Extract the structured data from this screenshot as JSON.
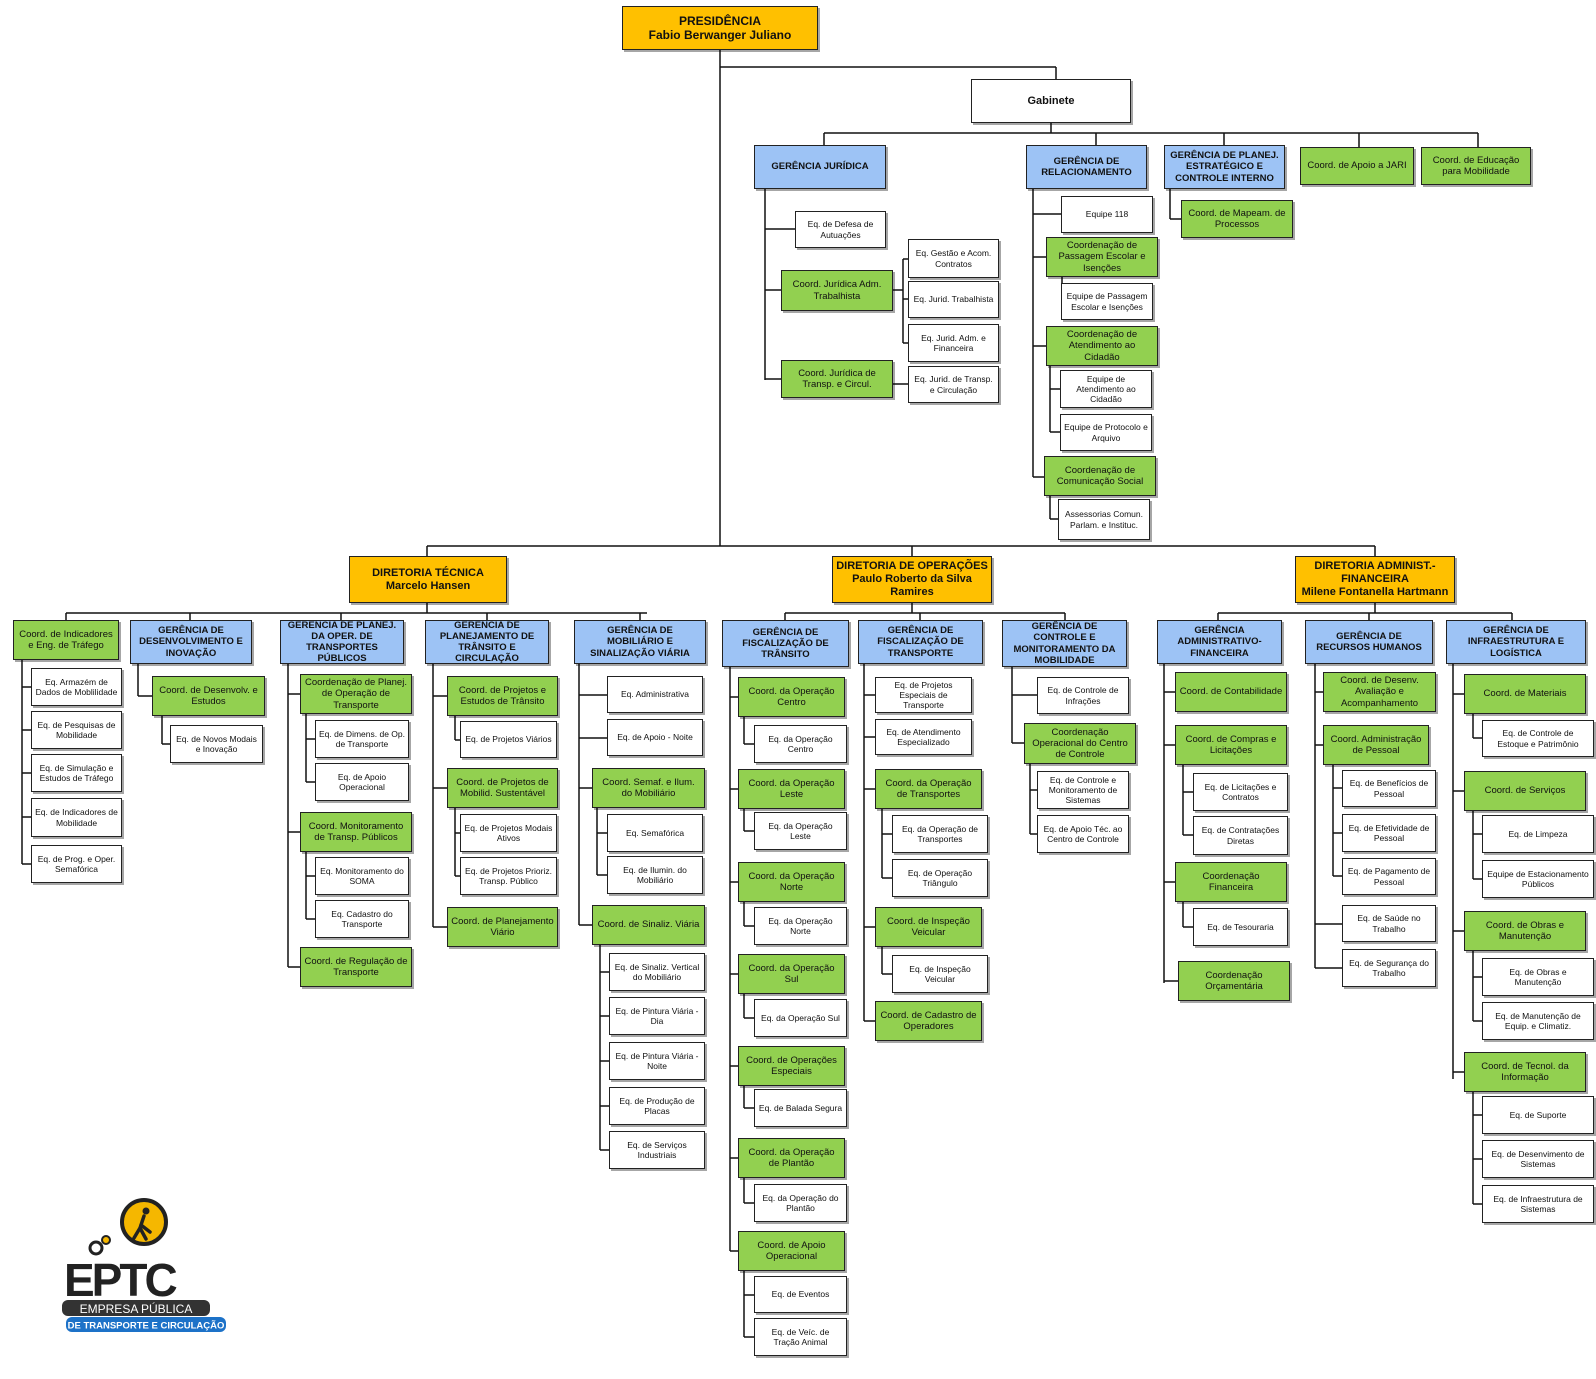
{
  "org": {
    "presidencia": {
      "title": "PRESIDÊNCIA",
      "name": "Fabio Berwanger Juliano"
    },
    "gabinete": "Gabinete",
    "gabinete_units": {
      "juridica": {
        "title": "GERÊNCIA JURÍDICA",
        "eq_defesa": "Eq. de Defesa de Autuações",
        "coord_adm_trab": "Coord. Jurídica Adm. Trabalhista",
        "eq_gestao": "Eq. Gestão e Acom. Contratos",
        "eq_trab": "Eq. Jurid. Trabalhista",
        "eq_adm_fin": "Eq. Jurid. Adm. e Financeira",
        "coord_transp": "Coord. Jurídica de Transp. e Circul.",
        "eq_transp": "Eq. Jurid. de Transp. e Circulação"
      },
      "relacionamento": {
        "title": "GERÊNCIA DE RELACIONAMENTO",
        "equipe118": "Equipe 118",
        "coord_passagem": "Coordenação de Passagem Escolar e Isenções",
        "eq_passagem": "Equipe de Passagem Escolar e Isenções",
        "coord_atend": "Coordenação de Atendimento ao Cidadão",
        "eq_atend": "Equipe de Atendimento ao Cidadão",
        "eq_protocolo": "Equipe de Protocolo e Arquivo",
        "coord_com": "Coordenação de Comunicação Social",
        "eq_assessorias": "Assessorias Comun. Parlam. e Instituc."
      },
      "planej_estrategico": {
        "title": "GERÊNCIA DE PLANEJ. ESTRATÉGICO E CONTROLE INTERNO",
        "coord_mapeam": "Coord. de Mapeam. de Processos"
      },
      "coord_jari": "Coord. de Apoio a JARI",
      "coord_educacao": "Coord. de Educação para Mobilidade"
    },
    "dir_tecnica": {
      "title": "DIRETORIA TÉCNICA",
      "name": "Marcelo Hansen",
      "coord_indicadores": "Coord. de Indicadores e Eng. de Tráfego",
      "ind_eqs": [
        "Eq. Armazém de Dados de Moblilidade",
        "Eq. de Pesquisas de Mobilidade",
        "Eq. de Simulação e Estudos de Tráfego",
        "Eq. de Indicadores de Mobilidade",
        "Eq. de Prog. e Oper. Semafórica"
      ],
      "ger_desenv": "GERÊNCIA DE DESENVOLVIMENTO E INOVAÇÃO",
      "coord_desenv": "Coord. de Desenvolv. e Estudos",
      "eq_novos_modais": "Eq. de Novos Modais e Inovação",
      "ger_planej_oper": "GERÊNCIA DE PLANEJ. DA OPER. DE TRANSPORTES PÚBLICOS",
      "coord_planej_oper": "Coordenação de Planej. de Operação de Transporte",
      "eq_dimens": "Eq. de Dimens. de Op. de Transporte",
      "eq_apoio_oper": "Eq. de Apoio Operacional",
      "coord_monit": "Coord. Monitoramento de Transp. Públicos",
      "eq_monit_soma": "Eq. Monitoramento do SOMA",
      "eq_cadastro_transp": "Eq. Cadastro do Transporte",
      "coord_regulacao": "Coord. de Regulação de Transporte",
      "ger_planej_transito": "GERÊNCIA DE PLANEJAMENTO DE TRÂNSITO E CIRCULAÇÃO",
      "coord_proj_estudos": "Coord. de Projetos e Estudos de Trânsito",
      "eq_proj_viarios": "Eq. de Projetos Viários",
      "coord_proj_mobilid": "Coord. de Projetos de Mobilid. Sustentável",
      "eq_proj_modais": "Eq. de Projetos Modais Ativos",
      "eq_proj_prioriz": "Eq. de Projetos Prioriz. Transp. Público",
      "coord_planej_viario": "Coord. de Planejamento Viário",
      "ger_mobiliario": "GERÊNCIA DE MOBILIÁRIO E SINALIZAÇÃO VIÁRIA",
      "eq_administrativa": "Eq. Administrativa",
      "eq_apoio_noite": "Eq. de Apoio - Noite",
      "coord_semaf": "Coord. Semaf. e Ilum. do Mobiliário",
      "eq_semaforica": "Eq. Semafórica",
      "eq_ilumin": "Eq. de Ilumin. do Mobiliário",
      "coord_sinaliz": "Coord. de Sinaliz. Viária",
      "sinaliz_eqs": [
        "Eq. de Sinaliz. Vertical do Mobiliário",
        "Eq. de Pintura Viária - Dia",
        "Eq. de Pintura Viária - Noite",
        "Eq. de Produção de Placas",
        "Eq. de Serviços Industriais"
      ]
    },
    "dir_operacoes": {
      "title": "DIRETORIA DE OPERAÇÕES",
      "name": "Paulo Roberto da Silva Ramires",
      "ger_fisc_transito": "GERÊNCIA DE FISCALIZAÇÃO DE TRÂNSITO",
      "coord_centro": "Coord. da Operação Centro",
      "eq_centro": "Eq. da Operação Centro",
      "coord_leste": "Coord. da Operação Leste",
      "eq_leste": "Eq. da Operação Leste",
      "coord_norte": "Coord. da Operação Norte",
      "eq_norte": "Eq. da Operação Norte",
      "coord_sul": "Coord. da Operação Sul",
      "eq_sul": "Eq. da Operação Sul",
      "coord_especiais": "Coord. de Operações Especiais",
      "eq_balada": "Eq. de Balada Segura",
      "coord_plantao": "Coord. da Operação de Plantão",
      "eq_plantao": "Eq. da Operação do Plantão",
      "coord_apoio_oper": "Coord. de Apoio Operacional",
      "eq_eventos": "Eq. de Eventos",
      "eq_veic_tracao": "Eq. de Veíc. de Tração Animal",
      "ger_fisc_transporte": "GERÊNCIA DE FISCALIZAÇÃO DE TRANSPORTE",
      "eq_proj_especiais": "Eq. de Projetos Especiais de Transporte",
      "eq_atend_especializado": "Eq. de Atendimento Especializado",
      "coord_oper_transportes": "Coord. da Operação de Transportes",
      "eq_oper_transportes": "Eq. da Operação de Transportes",
      "eq_oper_triangulo": "Eq. de Operação Triângulo",
      "coord_inspecao": "Coord. de Inspeção Veicular",
      "eq_inspecao": "Eq. de Inspeção Veicular",
      "coord_cadastro_oper": "Coord. de Cadastro de Operadores",
      "ger_controle": "GERÊNCIA DE CONTROLE E MONITORAMENTO DA MOBILIDADE",
      "eq_controle_infracoes": "Eq. de Controle de Infrações",
      "coord_centro_controle": "Coordenação Operacional do Centro de Controle",
      "eq_monit_sistemas": "Eq. de Controle e Monitoramento de Sistemas",
      "eq_apoio_tec": "Eq. de Apoio Téc. ao Centro de Controle"
    },
    "dir_adm_fin": {
      "title": "DIRETORIA ADMINIST.- FINANCEIRA",
      "name": "Milene Fontanella Hartmann",
      "ger_adm_fin": "GERÊNCIA ADMINISTRATIVO-FINANCEIRA",
      "coord_contabilidade": "Coord. de Contabilidade",
      "coord_compras": "Coord. de Compras e Licitações",
      "eq_licitacoes": "Eq. de Licitações e Contratos",
      "eq_contratacoes": "Eq. de Contratações Diretas",
      "coord_financeira": "Coordenação Financeira",
      "eq_tesouraria": "Eq. de Tesouraria",
      "coord_orcamentaria": "Coordenação Orçamentária",
      "ger_rh": "GERÊNCIA DE RECURSOS HUMANOS",
      "coord_desenv_aval": "Coord. de Desenv. Avaliação e Acompanhamento",
      "coord_adm_pessoal": "Coord. Administração de Pessoal",
      "eq_beneficios": "Eq. de Benefícios de Pessoal",
      "eq_efetividade": "Eq. de Efetividade de Pessoal",
      "eq_pagamento": "Eq. de Pagamento de Pessoal",
      "eq_saude": "Eq. de Saúde no Trabalho",
      "eq_seguranca": "Eq. de Segurança do Trabalho",
      "ger_infra": "GERÊNCIA DE INFRAESTRUTURA E LOGÍSTICA",
      "coord_materiais": "Coord. de Materiais",
      "eq_estoque": "Eq. de Controle de Estoque e Patrimônio",
      "coord_servicos": "Coord. de Serviços",
      "eq_limpeza": "Eq. de Limpeza",
      "eq_estacionamento": "Equipe de Estacionamento Públicos",
      "coord_obras": "Coord. de Obras e Manutenção",
      "eq_obras": "Eq. de Obras e Manutenção",
      "eq_manut_equip": "Eq. de Manutenção de Equip. e Climatiz.",
      "coord_ti": "Coord. de Tecnol. da Informação",
      "eq_suporte": "Eq. de Suporte",
      "eq_desenv_sistemas": "Eq. de Desenvimento de Sistemas",
      "eq_infra_sistemas": "Eq. de Infraestrutura de Sistemas"
    }
  },
  "logo": {
    "line1": "EPTC",
    "line2": "EMPRESA PÚBLICA",
    "line3": "DE TRANSPORTE E CIRCULAÇÃO"
  },
  "colors": {
    "director": "#ffc000",
    "manager": "#9dc3f5",
    "coordination": "#92d050",
    "team": "#ffffff"
  }
}
